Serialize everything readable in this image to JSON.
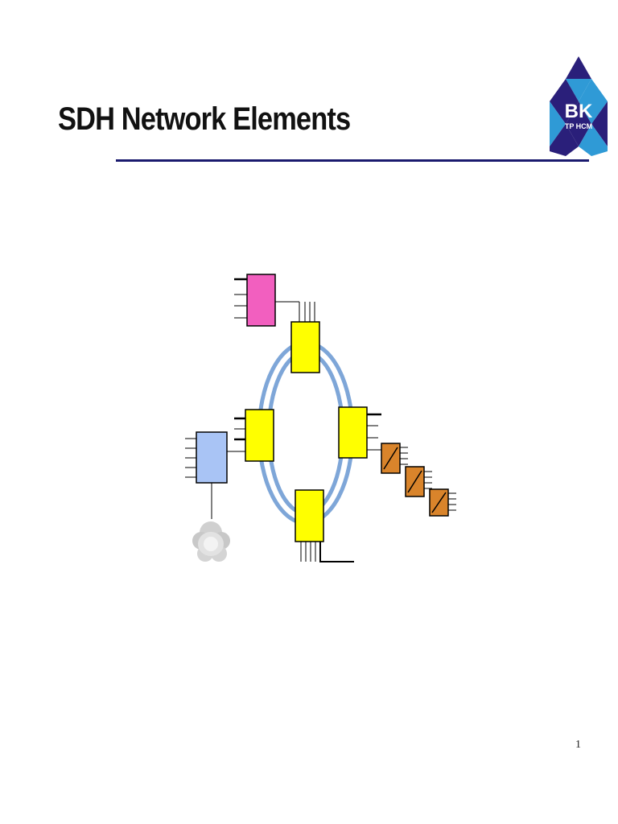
{
  "slide": {
    "title": "SDH Network Elements",
    "page_number": "1"
  },
  "logo": {
    "text_main": "BK",
    "text_sub": "TP HCM",
    "colors": {
      "dark": "#2a1f7a",
      "light": "#2f9ad6"
    }
  },
  "diagram": {
    "colors": {
      "ring": "#7ea6d8",
      "adm": "#ffff00",
      "terminal_mux": "#f25fbf",
      "cross_connect": "#a9c4f5",
      "regenerator": "#d9842b",
      "cloud": "#cfcfcf",
      "line": "#000000"
    }
  }
}
